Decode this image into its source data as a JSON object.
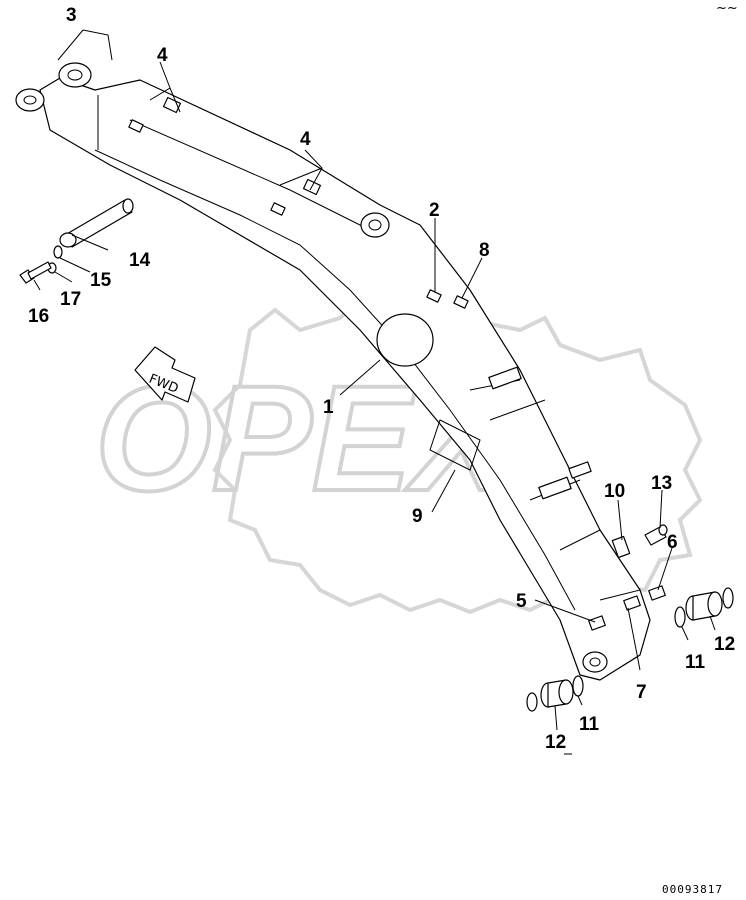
{
  "watermark": "OPEX",
  "direction_label": "FWD",
  "document_code": "00093817",
  "corner_mark": "~~",
  "callouts": {
    "c1": "1",
    "c2": "2",
    "c3": "3",
    "c4a": "4",
    "c4b": "4",
    "c5": "5",
    "c6": "6",
    "c7": "7",
    "c8": "8",
    "c9": "9",
    "c10": "10",
    "c11a": "11",
    "c11b": "11",
    "c12a": "12",
    "c12b": "12",
    "c13": "13",
    "c14": "14",
    "c15": "15",
    "c16": "16",
    "c17": "17"
  }
}
